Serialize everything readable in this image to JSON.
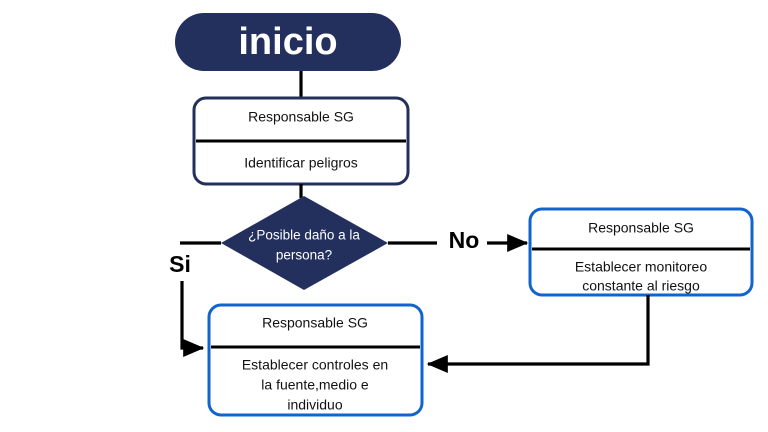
{
  "diagram": {
    "title_node": {
      "label": "inicio"
    },
    "nodes": {
      "identify": {
        "role": "Responsable SG",
        "action": "Identificar peligros"
      },
      "decision": {
        "line1": "¿Posible daño a la",
        "line2": "persona?"
      },
      "monitor": {
        "role": "Responsable SG",
        "action_line1": "Establecer monitoreo",
        "action_line2": "constante al riesgo"
      },
      "controls": {
        "role": "Responsable SG",
        "action_line1": "Establecer controles en",
        "action_line2": "la fuente,medio e",
        "action_line3": "individuo"
      }
    },
    "edges": {
      "yes_label": "Si",
      "no_label": "No"
    },
    "colors": {
      "navy": "#23305E",
      "blue": "#1163CE",
      "connector": "#000000",
      "node_fill": "#FFFFFF",
      "text_light": "#FFFFFF",
      "text_dark": "#111111",
      "background": "#FFFFFF"
    }
  }
}
